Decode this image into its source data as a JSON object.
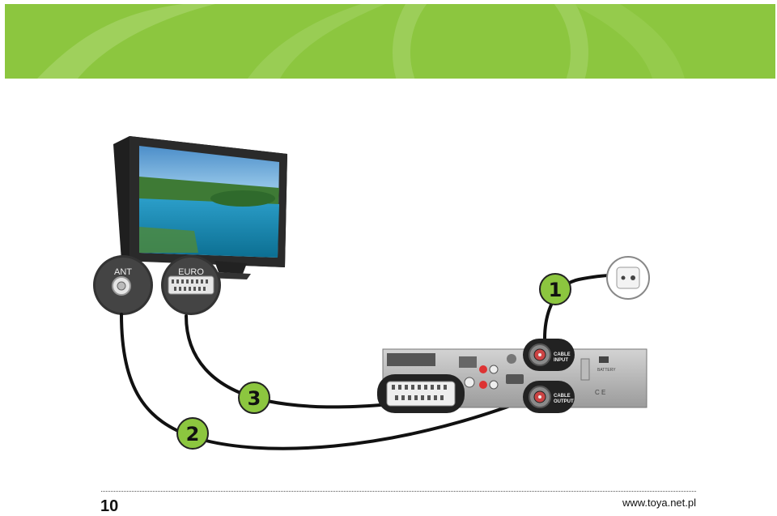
{
  "banner": {
    "color_primary": "#8cc63f",
    "color_light": "#a6d46a"
  },
  "tv": {
    "label_ant": "ANT",
    "label_euro": "EURO"
  },
  "receiver": {
    "cable_input_line1": "CABLE",
    "cable_input_line2": "INPUT",
    "cable_output_line1": "CABLE",
    "cable_output_line2": "OUTPUT"
  },
  "steps": {
    "step1": "1",
    "step2": "2",
    "step3": "3"
  },
  "footer": {
    "page_number": "10",
    "website": "www.toya.net.pl"
  }
}
